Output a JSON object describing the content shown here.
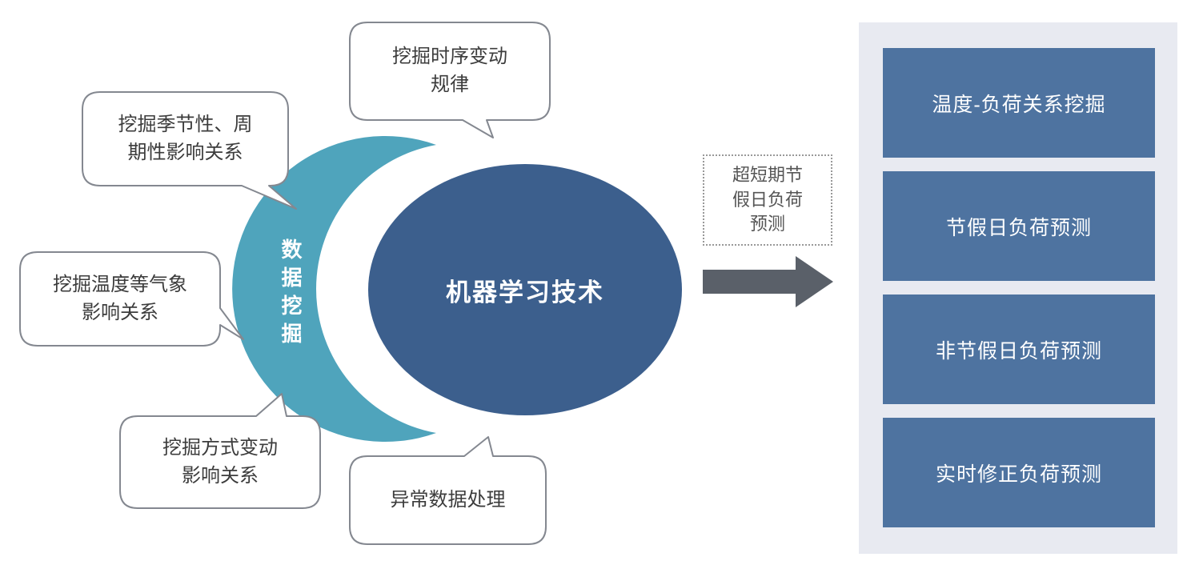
{
  "bubbles": [
    {
      "name": "time-series",
      "lines": [
        "挖掘时序变动",
        "规律"
      ]
    },
    {
      "name": "seasonal",
      "lines": [
        "挖掘季节性、周",
        "期性影响关系"
      ]
    },
    {
      "name": "weather",
      "lines": [
        "挖掘温度等气象",
        "影响关系"
      ]
    },
    {
      "name": "method",
      "lines": [
        "挖掘方式变动",
        "影响关系"
      ]
    },
    {
      "name": "abnormal",
      "lines": [
        "异常数据处理"
      ]
    }
  ],
  "crescent": {
    "label": "数据挖掘"
  },
  "center": {
    "label": "机器学习技术"
  },
  "note": {
    "lines": [
      "超短期节",
      "假日负荷",
      "预测"
    ]
  },
  "outputs": [
    {
      "label": "温度-负荷关系挖掘"
    },
    {
      "label": "节假日负荷预测"
    },
    {
      "label": "非节假日负荷预测"
    },
    {
      "label": "实时修正负荷预测"
    }
  ],
  "colors": {
    "crescent": "#4FA4BC",
    "ellipse": "#3C5F8D",
    "bubble_fill": "#FFFFFF",
    "bubble_border": "#848890",
    "arrow": "#5A6069",
    "output_box": "#4E73A0",
    "panel_bg": "#E8EAF1"
  }
}
